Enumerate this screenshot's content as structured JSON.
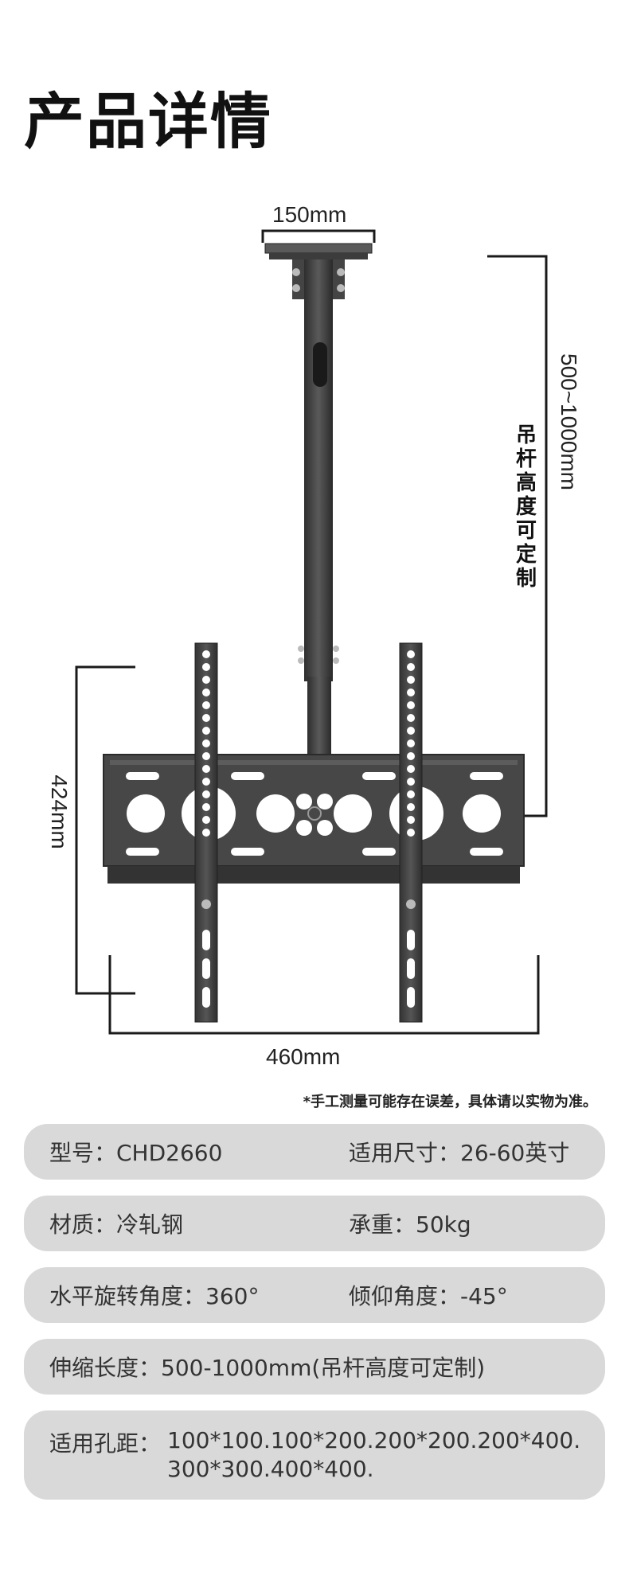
{
  "header": {
    "title": "产品详情"
  },
  "diagram": {
    "top_plate_width": "150mm",
    "pole_length": "500~1000mm",
    "pole_note": "吊杆高度可定制",
    "bracket_height": "424mm",
    "bracket_width": "460mm",
    "metal_color": "#4a4a4a",
    "line_color": "#1a1a1a"
  },
  "note": "*手工测量可能存在误差，具体请以实物为准。",
  "specs": {
    "row1": {
      "left": "型号：CHD2660",
      "right": "适用尺寸：26-60英寸"
    },
    "row2": {
      "left": "材质：冷轧钢",
      "right": "承重：50kg"
    },
    "row3": {
      "left": "水平旋转角度：360°",
      "right": "倾仰角度：-45°"
    },
    "row4": {
      "left": "伸缩长度：500-1000mm(吊杆高度可定制)"
    },
    "row5": {
      "label": "适用孔距：",
      "line1": "100*100.100*200.200*200.200*400.",
      "line2": "300*300.400*400."
    }
  }
}
